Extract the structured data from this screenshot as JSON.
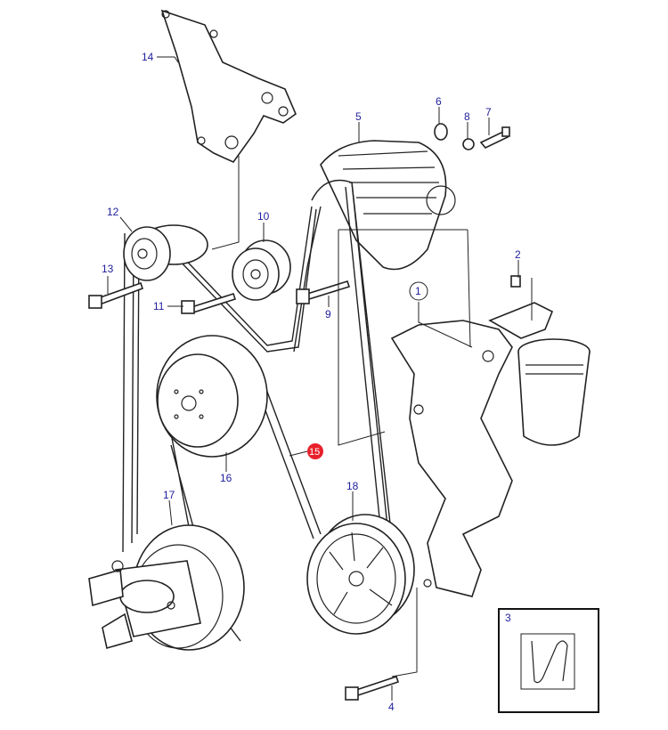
{
  "diagram": {
    "title": "Drive belt assembly exploded view",
    "callouts": {
      "p1": "1",
      "p2": "2",
      "p3": "3",
      "p4": "4",
      "p5": "5",
      "p6": "6",
      "p7": "7",
      "p8": "8",
      "p9": "9",
      "p10": "10",
      "p11": "11",
      "p12": "12",
      "p13": "13",
      "p14": "14",
      "p15": "15",
      "p16": "16",
      "p17": "17",
      "p18": "18"
    },
    "colors": {
      "callout_text": "#1e1e9c",
      "highlight": "#e8202a",
      "line": "#222222"
    }
  }
}
